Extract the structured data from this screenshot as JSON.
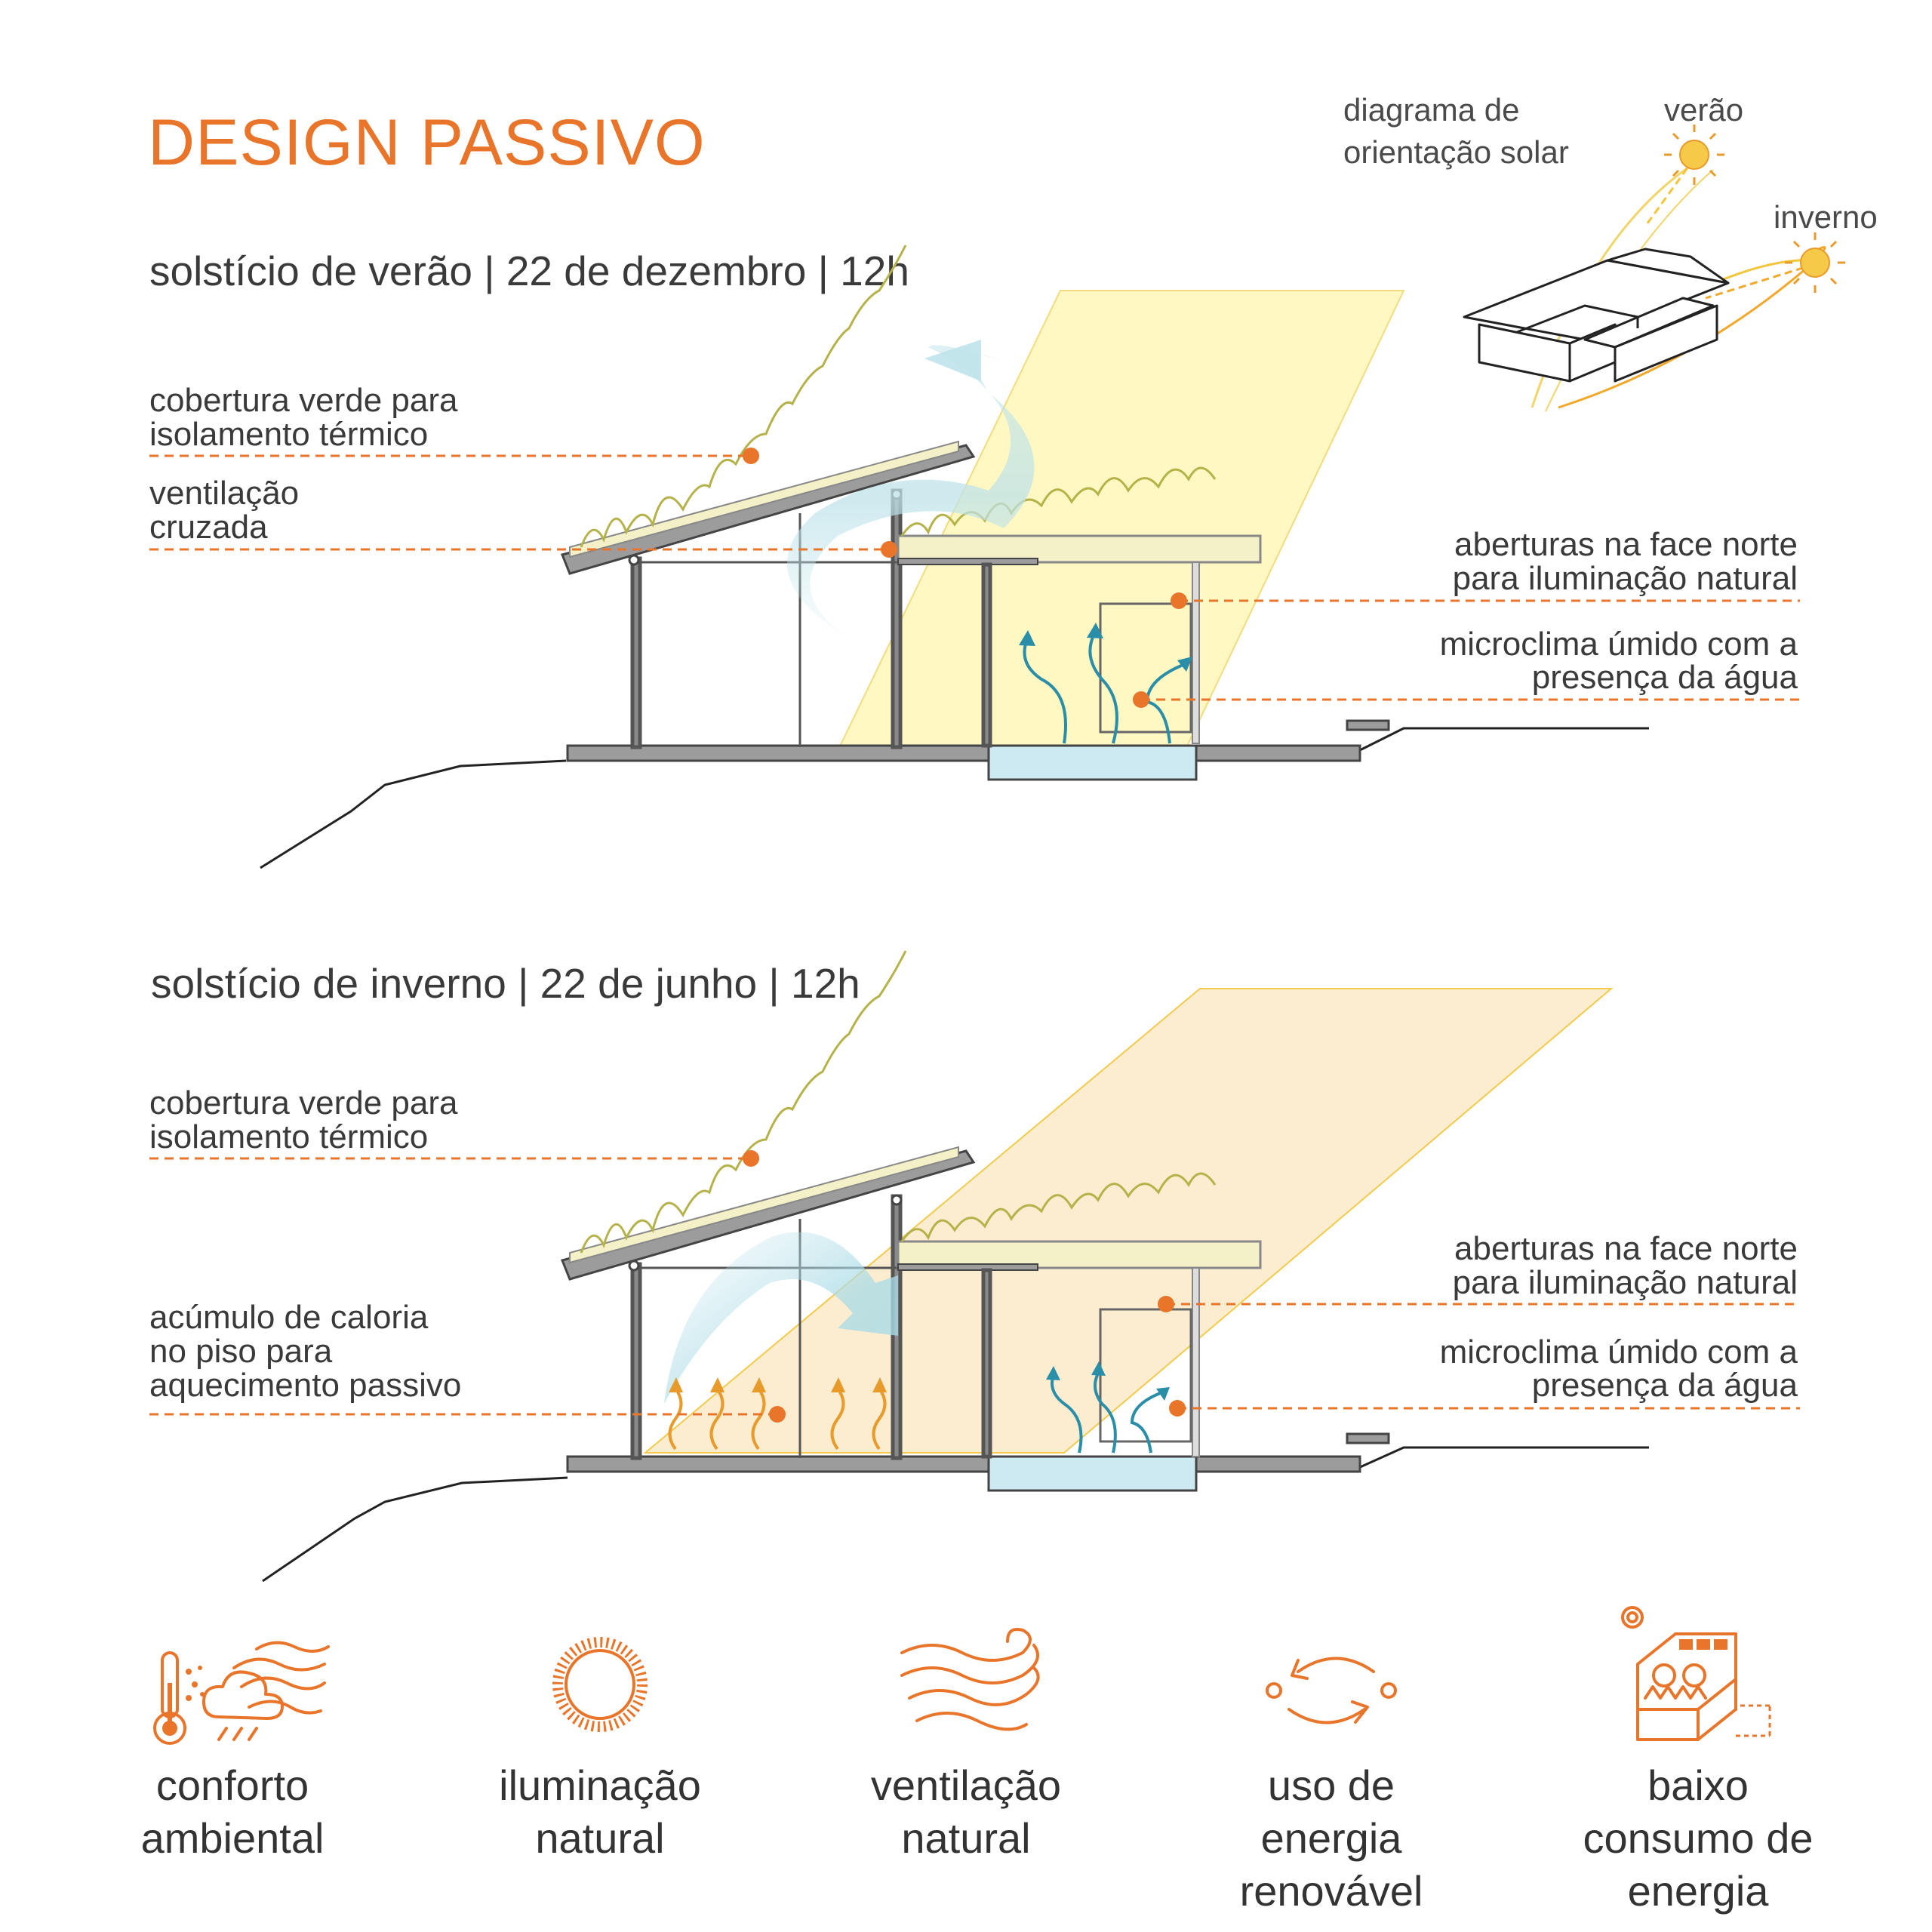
{
  "title": "DESIGN PASSIVO",
  "solar_diagram": {
    "caption_line1": "diagrama de",
    "caption_line2": "orientação solar",
    "summer_label": "verão",
    "winter_label": "inverno"
  },
  "summer": {
    "heading": "solstício de verão | 22 de dezembro | 12h",
    "green_roof": [
      "cobertura verde para",
      "isolamento térmico"
    ],
    "cross_ventilation": [
      "ventilação",
      "cruzada"
    ],
    "north_openings": [
      "aberturas na face norte",
      "para iluminação natural"
    ],
    "microclimate": [
      "microclima úmido com a",
      "presença da água"
    ]
  },
  "winter": {
    "heading": "solstício de inverno | 22 de junho | 12h",
    "green_roof": [
      "cobertura verde para",
      "isolamento térmico"
    ],
    "heat_storage": [
      "acúmulo de caloria",
      "no piso para",
      "aquecimento passivo"
    ],
    "north_openings": [
      "aberturas na face norte",
      "para iluminação natural"
    ],
    "microclimate": [
      "microclima úmido com a",
      "presença da água"
    ]
  },
  "benefits": [
    {
      "icon": "thermometer-cloud-icon",
      "lines": [
        "conforto",
        "ambiental"
      ]
    },
    {
      "icon": "sun-icon",
      "lines": [
        "iluminação",
        "natural"
      ]
    },
    {
      "icon": "wind-icon",
      "lines": [
        "ventilação",
        "natural"
      ]
    },
    {
      "icon": "renewable-cycle-icon",
      "lines": [
        "uso de",
        "energia",
        "renovável"
      ]
    },
    {
      "icon": "low-consumption-house-icon",
      "lines": [
        "baixo",
        "consumo de",
        "energia"
      ]
    }
  ],
  "colors": {
    "accent": "#e8752a",
    "summer_light": "#fff7b8",
    "winter_light": "#fdeccb",
    "water": "#cdeaf2",
    "air_flow": "#bfe3ea",
    "water_vapor": "#2b8ea8"
  }
}
